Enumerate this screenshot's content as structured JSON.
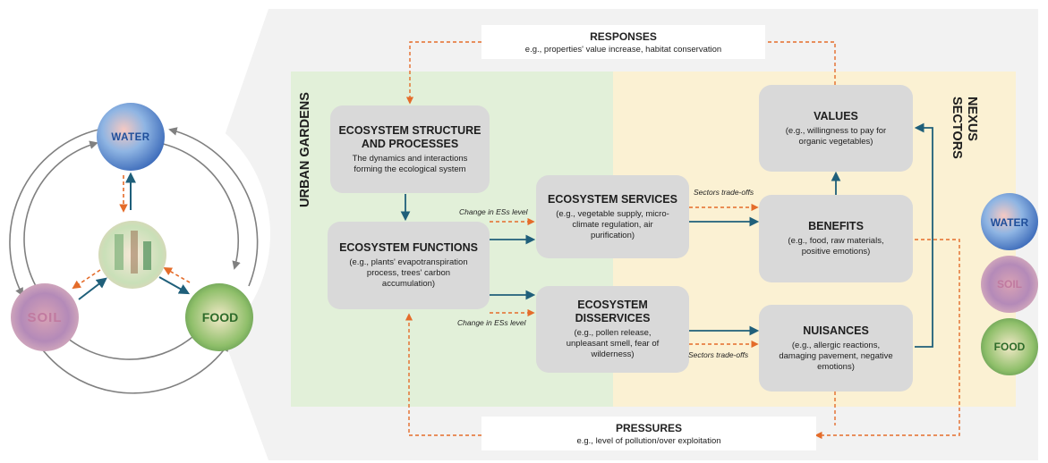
{
  "nexus_left": {
    "water": "WATER",
    "soil": "SOIL",
    "food": "FOOD"
  },
  "side_labels": {
    "urban_gardens": "URBAN GARDENS",
    "nexus_line1": "NEXUS",
    "nexus_line2": "SECTORS"
  },
  "responses": {
    "title": "RESPONSES",
    "detail": "e.g., properties' value increase, habitat conservation"
  },
  "pressures": {
    "title": "PRESSURES",
    "detail": "e.g., level of pollution/over exploitation"
  },
  "structure": {
    "title_line1": "ECOSYSTEM STRUCTURE",
    "title_line2": "AND PROCESSES",
    "detail_line1": "The dynamics and interactions",
    "detail_line2": "forming the ecological system"
  },
  "functions": {
    "title": "ECOSYSTEM FUNCTIONS",
    "detail_line1": "(e.g., plants' evapotranspiration",
    "detail_line2": "process, trees' carbon",
    "detail_line3": "accumulation)"
  },
  "services": {
    "title": "ECOSYSTEM SERVICES",
    "detail_line1": "(e.g., vegetable supply, micro-",
    "detail_line2": "climate regulation, air",
    "detail_line3": "purification)"
  },
  "disservices": {
    "title_line1": "ECOSYSTEM",
    "title_line2": "DISSERVICES",
    "detail_line1": "(e.g., pollen release,",
    "detail_line2": "unpleasant smell, fear of",
    "detail_line3": "wilderness)"
  },
  "values": {
    "title": "VALUES",
    "detail_line1": "(e.g., willingness to pay for",
    "detail_line2": "organic vegetables)"
  },
  "benefits": {
    "title": "BENEFITS",
    "detail_line1": "(e.g., food, raw materials,",
    "detail_line2": "positive emotions)"
  },
  "nuisances": {
    "title": "NUISANCES",
    "detail_line1": "(e.g., allergic reactions,",
    "detail_line2": "damaging pavement, negative",
    "detail_line3": "emotions)"
  },
  "notes": {
    "change_es_top": "Change in ESs level",
    "change_es_bottom": "Change in ESs level",
    "tradeoffs_top": "Sectors trade-offs",
    "tradeoffs_bottom": "Sectors trade-offs"
  },
  "colors": {
    "green_panel": "#e2f0d9",
    "yellow_panel": "#fbf1d3",
    "box_gray": "#d9d9d9",
    "arrow_teal": "#1f5f7a",
    "arrow_orange": "#e46c2a",
    "cycle_gray": "#808080"
  }
}
